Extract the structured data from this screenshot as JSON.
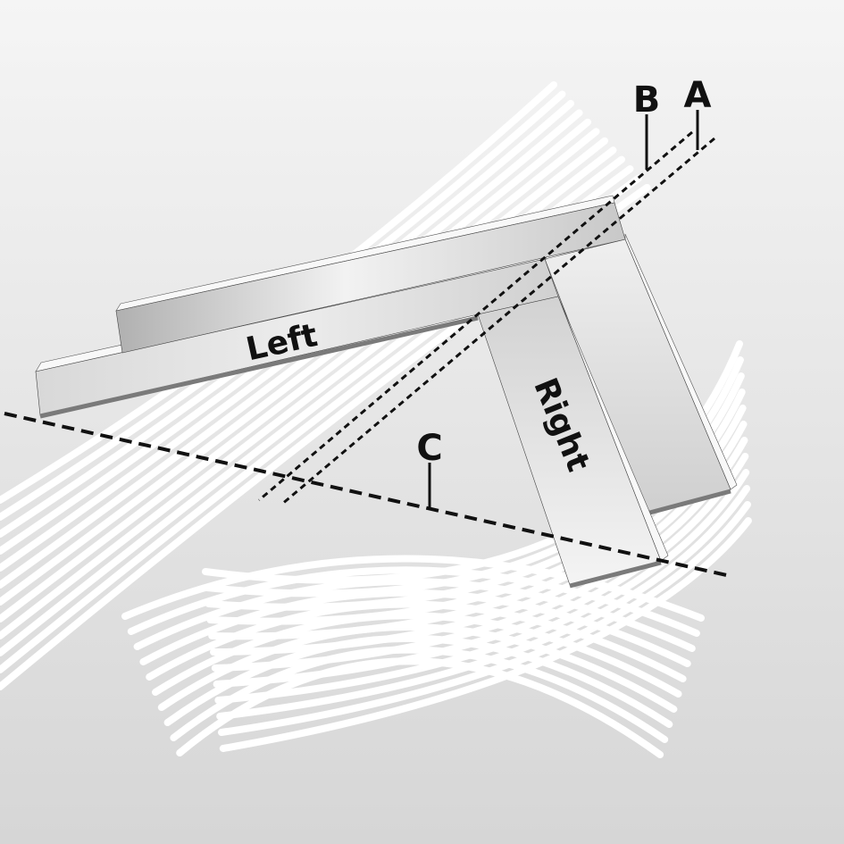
{
  "diagram": {
    "labels": {
      "a": "A",
      "b": "B",
      "c": "C",
      "left": "Left",
      "right": "Right"
    },
    "colors": {
      "background_top": "#f5f5f5",
      "background_bottom": "#d6d6d6",
      "grain": "#ffffff",
      "dashed_line": "#111111",
      "board_edge": "#7a7a7a"
    }
  }
}
